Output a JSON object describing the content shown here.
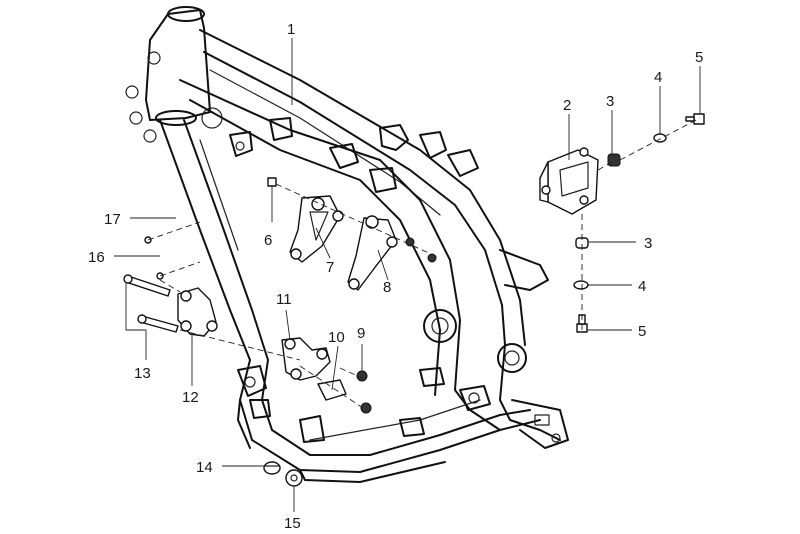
{
  "diagram": {
    "callouts": [
      {
        "id": "1",
        "label": "1"
      },
      {
        "id": "2",
        "label": "2"
      },
      {
        "id": "3a",
        "label": "3"
      },
      {
        "id": "4a",
        "label": "4"
      },
      {
        "id": "5a",
        "label": "5"
      },
      {
        "id": "3b",
        "label": "3"
      },
      {
        "id": "4b",
        "label": "4"
      },
      {
        "id": "5b",
        "label": "5"
      },
      {
        "id": "6",
        "label": "6"
      },
      {
        "id": "7",
        "label": "7"
      },
      {
        "id": "8",
        "label": "8"
      },
      {
        "id": "9",
        "label": "9"
      },
      {
        "id": "10",
        "label": "10"
      },
      {
        "id": "11",
        "label": "11"
      },
      {
        "id": "12",
        "label": "12"
      },
      {
        "id": "13",
        "label": "13"
      },
      {
        "id": "14",
        "label": "14"
      },
      {
        "id": "15",
        "label": "15"
      },
      {
        "id": "16",
        "label": "16"
      },
      {
        "id": "17",
        "label": "17"
      }
    ]
  }
}
